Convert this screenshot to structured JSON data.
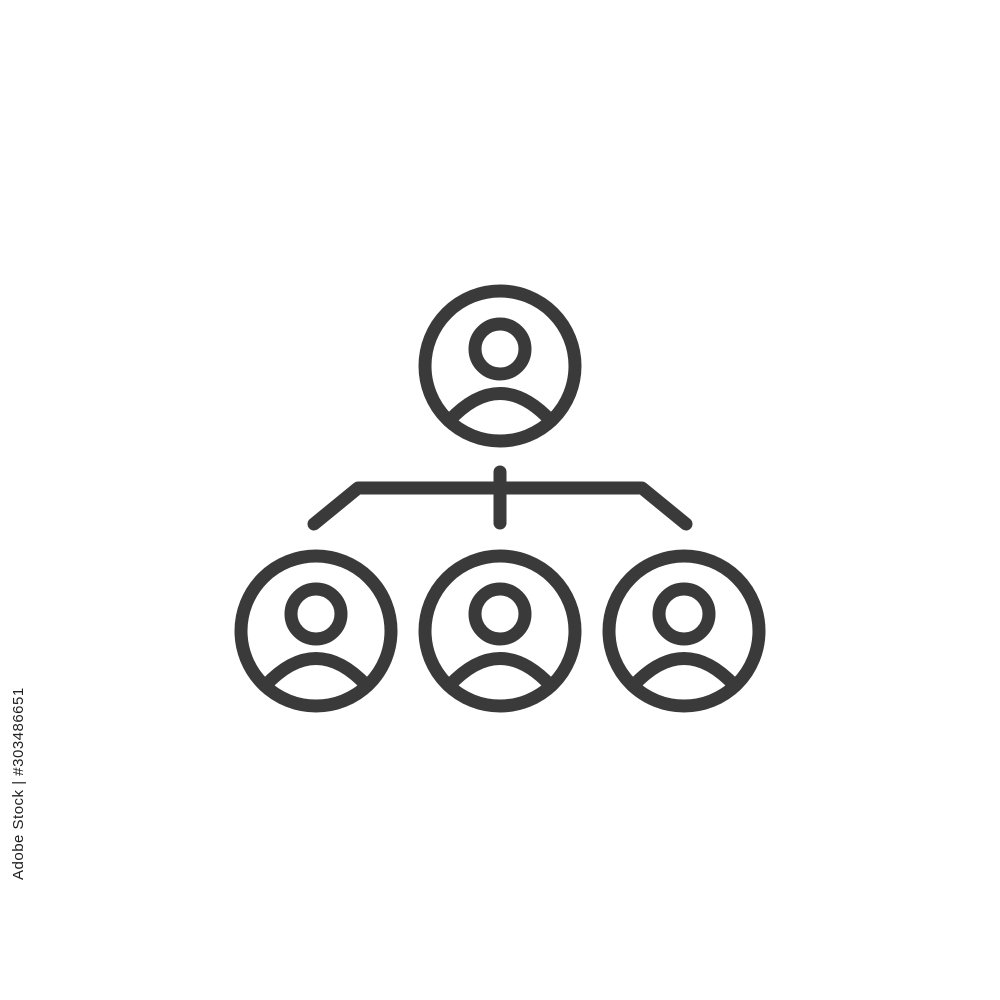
{
  "icon": {
    "name": "organization-hierarchy-icon",
    "stroke_color": "#3a3a3a"
  },
  "nodes": [
    {
      "role": "top",
      "icon": "user-avatar-icon"
    },
    {
      "role": "bottom-left",
      "icon": "user-avatar-icon"
    },
    {
      "role": "bottom-center",
      "icon": "user-avatar-icon"
    },
    {
      "role": "bottom-right",
      "icon": "user-avatar-icon"
    }
  ],
  "watermark": {
    "side_text": "Adobe Stock | #303486651",
    "text_color": "#222222"
  }
}
